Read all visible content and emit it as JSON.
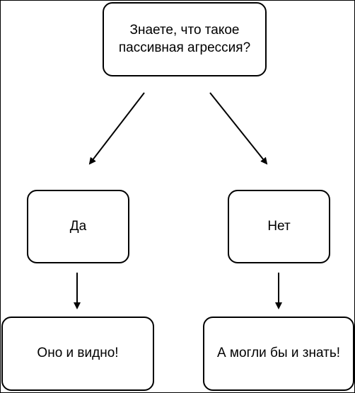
{
  "nodes": {
    "question": {
      "line1": "Знаете, что такое",
      "line2": "пассивная агрессия?"
    },
    "yes": "Да",
    "no": "Нет",
    "yes_result": "Оно и видно!",
    "no_result": "А могли бы и знать!"
  },
  "edges": [
    {
      "from": "question",
      "to": "yes"
    },
    {
      "from": "question",
      "to": "no"
    },
    {
      "from": "yes",
      "to": "yes_result"
    },
    {
      "from": "no",
      "to": "no_result"
    }
  ],
  "colors": {
    "stroke": "#000000",
    "background": "#ffffff"
  }
}
